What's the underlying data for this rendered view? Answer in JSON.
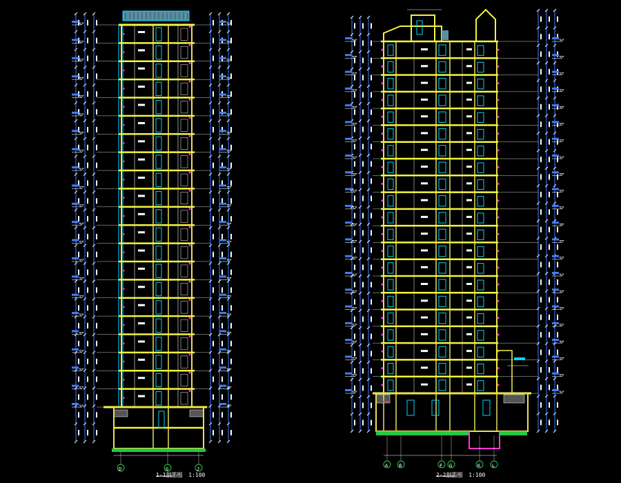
{
  "palette": {
    "background": "#000000",
    "slab": "#f5f542",
    "wall": "#e8e05a",
    "grid": "#ffffff",
    "dim": "#3f7dff",
    "window": "#00d8ff",
    "accent": "#ff3bd0",
    "ground": "#28c840",
    "roof": "#5a8fa0"
  },
  "sections": [
    {
      "id": "section-1",
      "title": "1-1剖面图",
      "scale": "1:100",
      "floors": 21,
      "axis_bubbles": [
        "D",
        "G",
        "J"
      ]
    },
    {
      "id": "section-2",
      "title": "2-2剖面图",
      "scale": "1:100",
      "floors": 21,
      "axis_bubbles": [
        "A",
        "B",
        "F",
        "G",
        "K",
        "L"
      ]
    }
  ]
}
